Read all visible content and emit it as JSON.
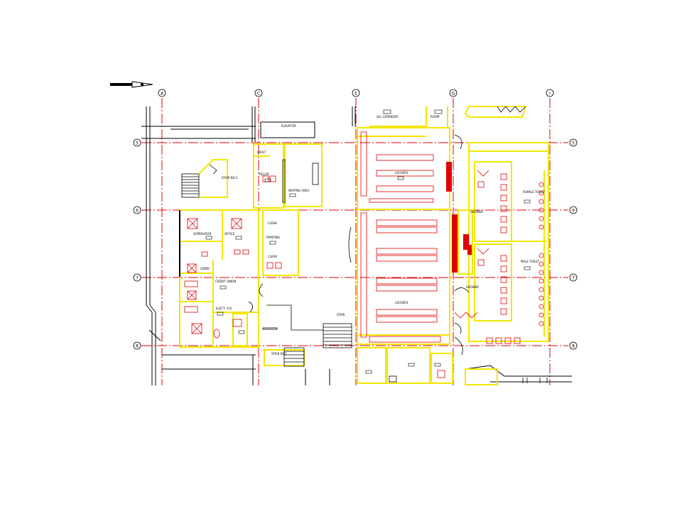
{
  "drawing": {
    "column_grid": [
      "A",
      "C",
      "E",
      "G",
      "I"
    ],
    "row_grid": [
      "5",
      "6",
      "7",
      "8"
    ],
    "colors": {
      "wall": "#f2e600",
      "gridline": "#e00000",
      "fixture": "#e00000",
      "solid_fill": "#e00000",
      "linework": "#000000",
      "background": "#ffffff"
    }
  },
  "rooms": {
    "elevator": "ELEVATOR",
    "vault": "VAULT",
    "teller": "TELLER",
    "waiting_area": "WAITING AREA",
    "stair": "STAIR NO.2",
    "supervisor": "SUPERVISOR",
    "office": "OFFICE",
    "clerk_upper": "CLERK",
    "printing": "PRINTING",
    "clerk_lower": "CLERK",
    "lobby": "LOBBY",
    "credit_union": "CREDIT UNION",
    "elect": "ELECT. O.D.",
    "lockers_upper": "LOCKERS",
    "lockers_lower": "LOCKERS",
    "all_corridor": "ALL CORRIDOR",
    "room_top": "ROOM",
    "female_toilet": "FEMALE TOILET",
    "male_toilet": "MALE TOILET",
    "shower_upper": "SHOWER",
    "shower_lower": "SHOWER",
    "stair_exit": "STAIR EXIT",
    "stair_label": "STAIR"
  }
}
